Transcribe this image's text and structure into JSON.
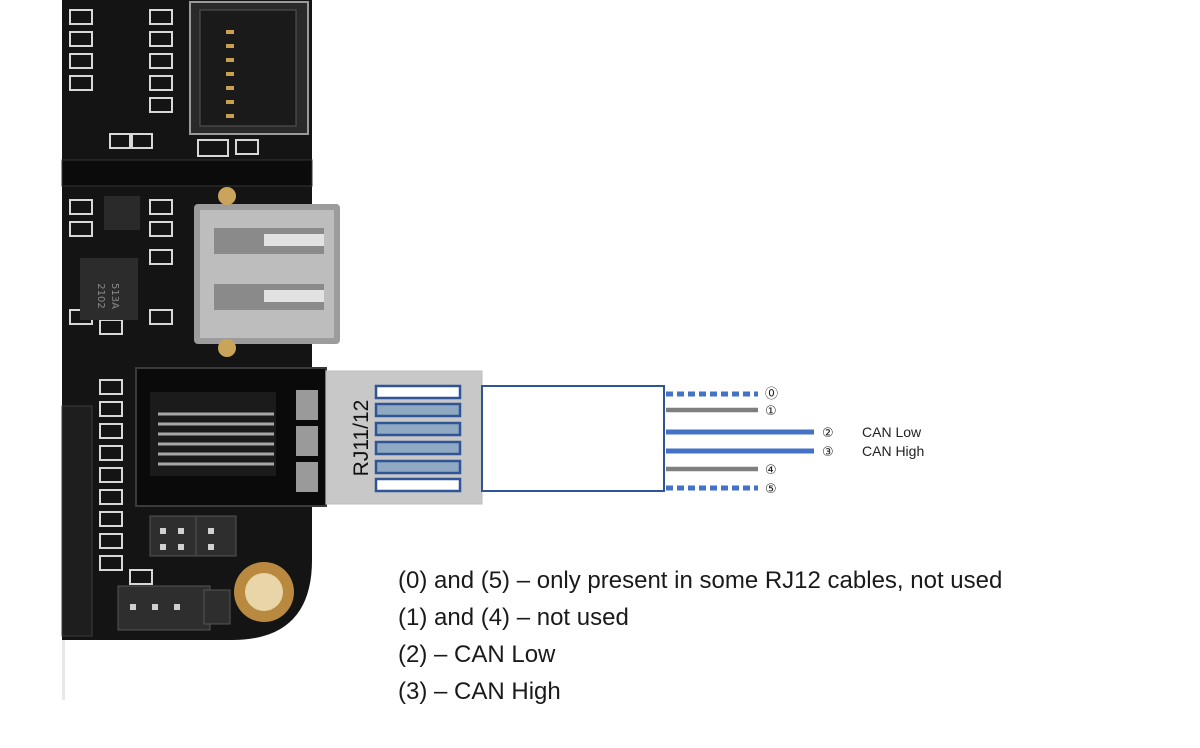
{
  "colors": {
    "board": "#141414",
    "can_wire": "#4472c4",
    "unused_wire": "#7f7f7f",
    "optional_wire": "#4472c4",
    "connector_fill": "#c8c8c8",
    "pin_fill": "#8ea9c1",
    "outline": "#2f5597"
  },
  "connector": {
    "label": "RJ11/12"
  },
  "pins": [
    {
      "num": "⓪",
      "style": "dotted-blue",
      "signal": ""
    },
    {
      "num": "①",
      "style": "gray",
      "signal": ""
    },
    {
      "num": "②",
      "style": "blue",
      "signal": "CAN Low"
    },
    {
      "num": "③",
      "style": "blue",
      "signal": "CAN High"
    },
    {
      "num": "④",
      "style": "gray",
      "signal": ""
    },
    {
      "num": "⑤",
      "style": "dotted-blue",
      "signal": ""
    }
  ],
  "legend": [
    "(0) and (5) – only present in some RJ12 cables, not used",
    "(1) and (4) – not used",
    "(2) – CAN Low",
    "(3) – CAN High"
  ],
  "board": {
    "chip_marking_line1": "513A",
    "chip_marking_line2": "2102"
  }
}
